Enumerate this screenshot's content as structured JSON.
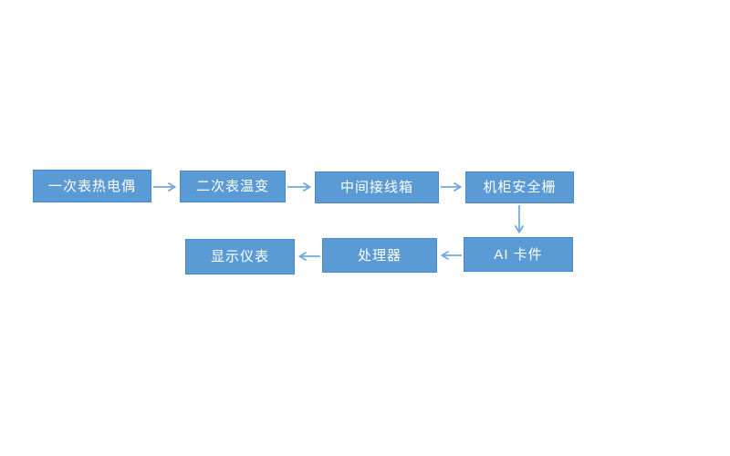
{
  "colors": {
    "node_fill": "#5b9bd5",
    "node_border": "#4a89c7",
    "arrow": "#6fa8dc",
    "text": "#ffffff",
    "background": "#ffffff"
  },
  "diagram": {
    "type": "flowchart",
    "description_visible_text_only": true,
    "nodes": [
      {
        "id": "primary-thermocouple",
        "label": "一次表热电偶"
      },
      {
        "id": "secondary-temp-transmitter",
        "label": "二次表温变"
      },
      {
        "id": "intermediate-junction-box",
        "label": "中间接线箱"
      },
      {
        "id": "cabinet-safety-barrier",
        "label": "机柜安全栅"
      },
      {
        "id": "ai-card",
        "label": "AI 卡件"
      },
      {
        "id": "processor",
        "label": "处理器"
      },
      {
        "id": "display-instrument",
        "label": "显示仪表"
      }
    ],
    "edges": [
      {
        "from": "primary-thermocouple",
        "to": "secondary-temp-transmitter",
        "direction": "right"
      },
      {
        "from": "secondary-temp-transmitter",
        "to": "intermediate-junction-box",
        "direction": "right"
      },
      {
        "from": "intermediate-junction-box",
        "to": "cabinet-safety-barrier",
        "direction": "right"
      },
      {
        "from": "cabinet-safety-barrier",
        "to": "ai-card",
        "direction": "down"
      },
      {
        "from": "ai-card",
        "to": "processor",
        "direction": "left"
      },
      {
        "from": "processor",
        "to": "display-instrument",
        "direction": "left"
      }
    ]
  }
}
